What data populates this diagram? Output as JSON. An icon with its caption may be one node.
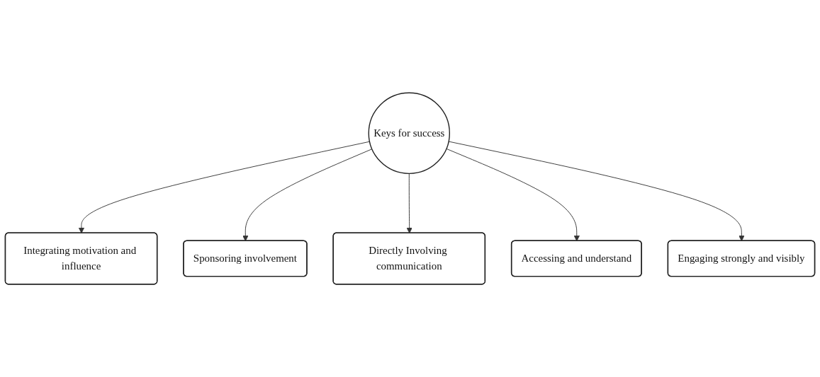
{
  "diagram": {
    "nodes": [
      {
        "text": [
          "Integrating motivation and influence"
        ]
      },
      {
        "text": [
          "Sponsoring involvement"
        ]
      },
      {
        "text": [
          "Directly Involving communication"
        ]
      },
      {
        "text": [
          "Keys for success"
        ]
      },
      {
        "text": [
          "Accessing and understand"
        ]
      },
      {
        "text": [
          "Engaging strongly and visibly"
        ]
      }
    ],
    "edges": [
      {
        "from": 3,
        "to": 0,
        "arrow": "to"
      },
      {
        "from": 3,
        "to": 1,
        "arrow": "to"
      },
      {
        "from": 3,
        "to": 2,
        "arrow": "to"
      },
      {
        "from": 3,
        "to": 4,
        "arrow": "to"
      },
      {
        "from": 3,
        "to": 5,
        "arrow": "to"
      }
    ]
  }
}
